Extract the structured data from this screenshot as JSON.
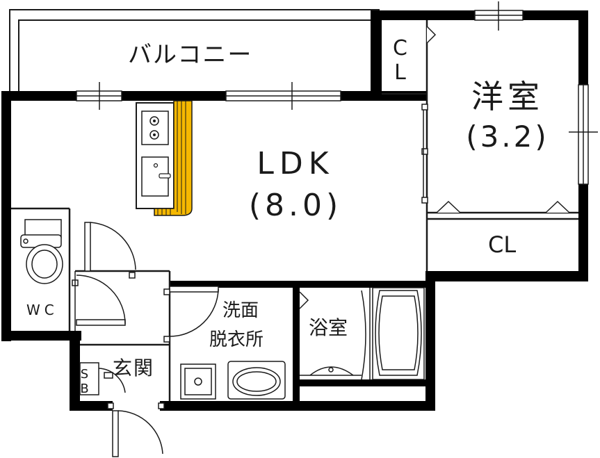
{
  "floor_plan": {
    "rooms": {
      "balcony": "バルコニー",
      "closet_small": "CL",
      "western_room": "洋室",
      "western_room_size": "(3.2)",
      "ldk": "LDK",
      "ldk_size": "(8.0)",
      "closet": "CL",
      "wc": "WC",
      "washroom_line1": "洗面",
      "washroom_line2": "脱衣所",
      "bathroom": "浴室",
      "entrance": "玄関",
      "shoe_box": "SB"
    },
    "colors": {
      "wall": "#000000",
      "line": "#1a1a1a",
      "kitchen_counter": "#f5b800",
      "background": "#ffffff"
    }
  }
}
